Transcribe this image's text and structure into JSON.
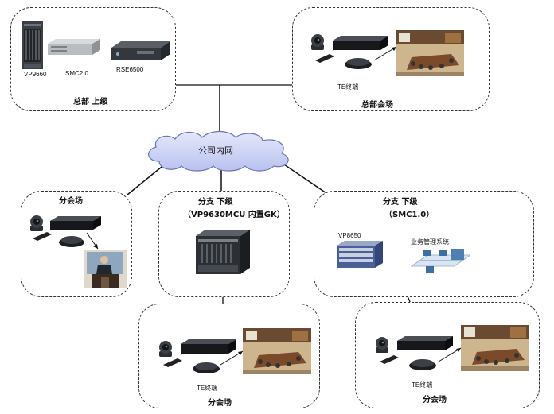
{
  "hq_upper": {
    "title": "总部 上级",
    "devices": [
      "VP9660",
      "SMC2.0",
      "RSE6500"
    ]
  },
  "hq_venue": {
    "title": "总部会场",
    "terminal_label": "TE终端"
  },
  "cloud": {
    "label": "公司内网"
  },
  "branch_venue_left": {
    "title": "分会场"
  },
  "branch_lower_1": {
    "title": "分支 下级",
    "subtitle": "（VP9630MCU 内置GK）"
  },
  "branch_lower_2": {
    "title": "分支 下级",
    "subtitle": "（SMC1.0）",
    "device_label": "VP8650",
    "system_label": "业务管理系统"
  },
  "venue_bottom_1": {
    "title": "分会场",
    "terminal_label": "TE终端"
  },
  "venue_bottom_2": {
    "title": "分会场",
    "terminal_label": "TE终端"
  }
}
